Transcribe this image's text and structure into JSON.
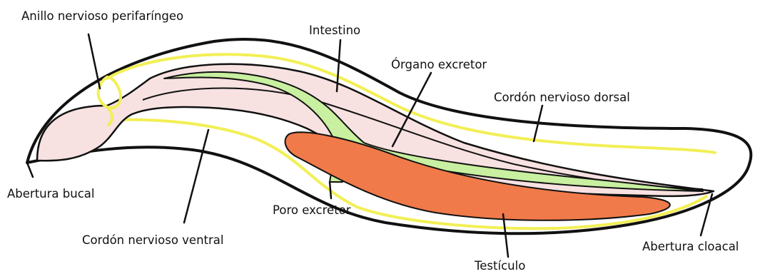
{
  "diagram": {
    "labels": {
      "nerve_ring": "Anillo nervioso perifaríngeo",
      "intestine": "Intestino",
      "excretory_organ": "Órgano excretor",
      "dorsal_nerve_cord": "Cordón nervioso dorsal",
      "mouth": "Abertura bucal",
      "excretory_pore": "Poro excretor",
      "ventral_nerve_cord": "Cordón nervioso ventral",
      "testis": "Testículo",
      "cloacal_opening": "Abertura cloacal"
    },
    "colors": {
      "outline": "#111111",
      "body_fill": "#ffffff",
      "intestine_fill": "#f7e1e1",
      "nerve": "#f2ef55",
      "excretory": "#c8f0a0",
      "testis": "#f07a4a"
    }
  }
}
